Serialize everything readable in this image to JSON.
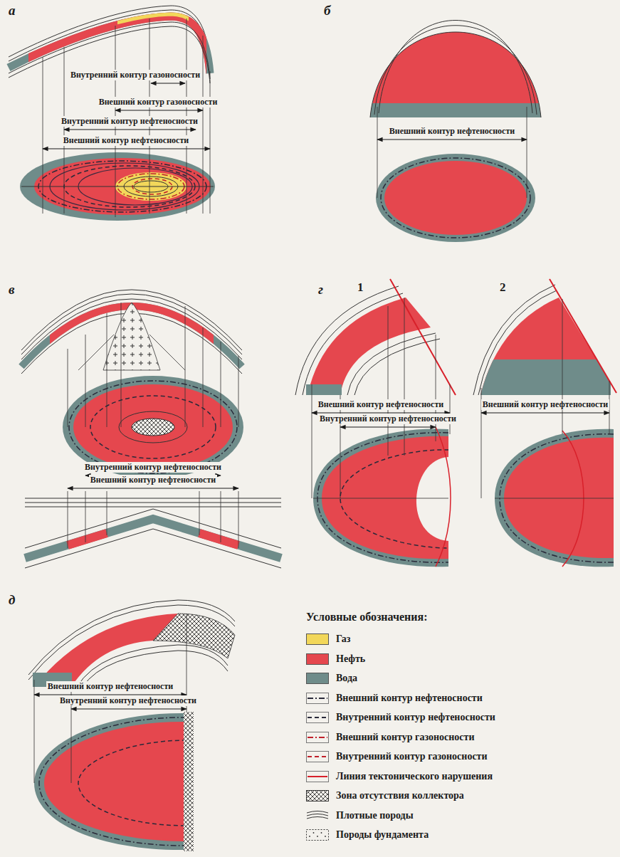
{
  "diagram": {
    "labels": [
      "а",
      "Внутренний контур газоносности",
      "Внешний контур газоносности",
      "Внутренний контур нефтеносности",
      "Внешний контур нефтеносности",
      "б",
      "Внешний контур нефтеносности",
      "в",
      "Внутренний контур нефтеносности",
      "Внешний контур нефтеносности",
      "г",
      "1",
      "2",
      "Внешний контур нефтеносности",
      "Внешний контур нефтеносности",
      "Внутренний контур нефтеносности",
      "д",
      "Внешний контур нефтеносности",
      "Внутренний контур нефтеносности",
      "Условные обозначения:"
    ],
    "legend": [
      {
        "text": "Газ",
        "color": "#f2d75a"
      },
      {
        "text": "Нефть",
        "color": "#e5474e"
      },
      {
        "text": "Вода",
        "color": "#6f8c8a"
      },
      {
        "text": "Внешний контур нефтеносности"
      },
      {
        "text": "Внутренний контур нефтеносности"
      },
      {
        "text": "Внешний контур газоносности"
      },
      {
        "text": "Внутренний контур газоносности"
      },
      {
        "text": "Линия тектонического нарушения"
      },
      {
        "text": "Зона отсутствия коллектора"
      },
      {
        "text": "Плотные породы"
      },
      {
        "text": "Породы фундамента"
      }
    ]
  }
}
